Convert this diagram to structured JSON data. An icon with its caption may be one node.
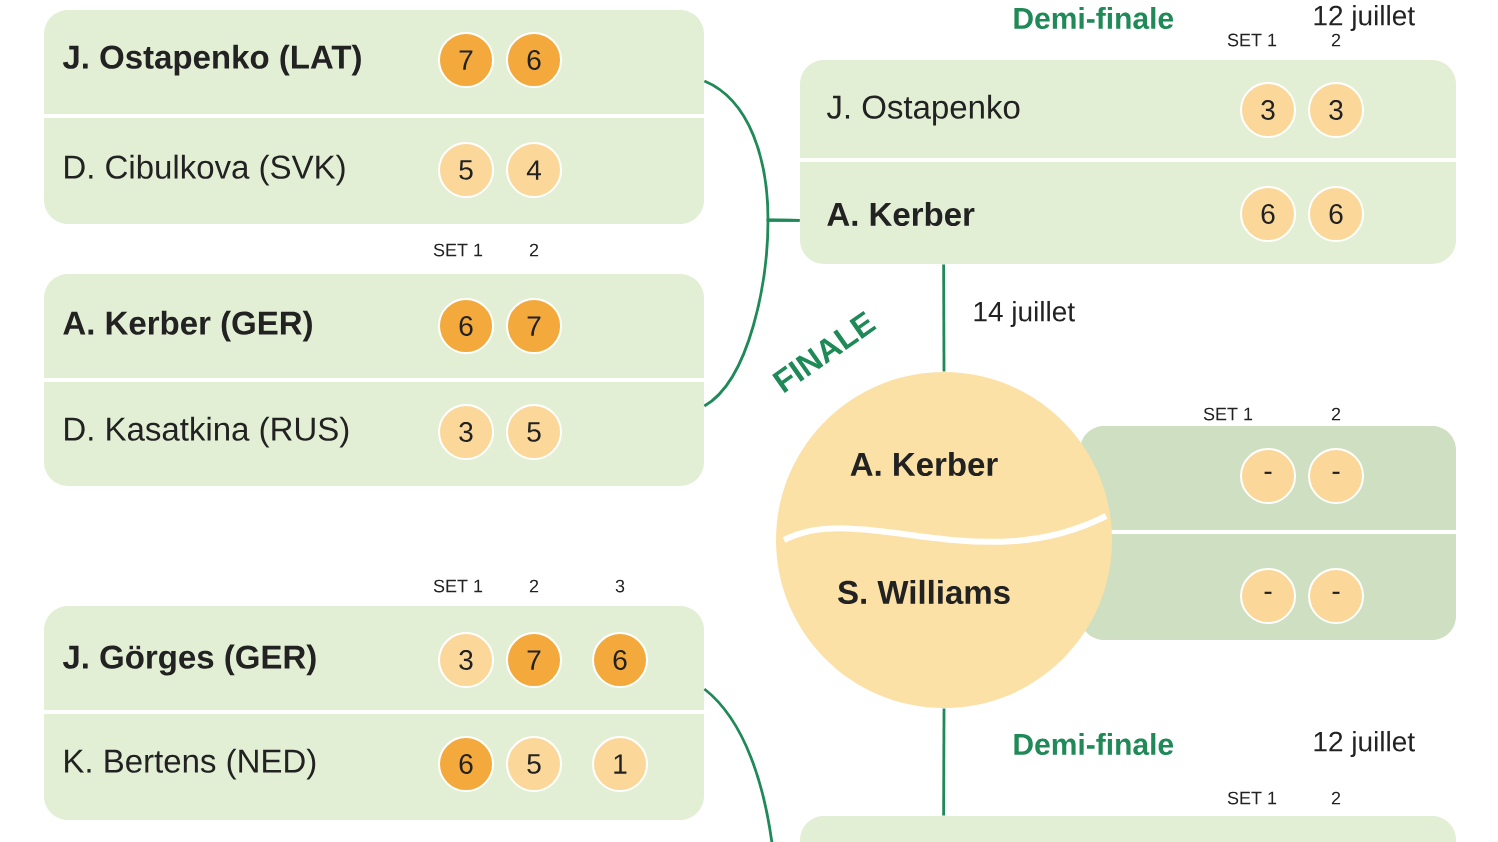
{
  "diagram": {
    "nodes": [
      {
        "text": [
          "J. Ostapenko (LAT)",
          "7",
          "6",
          "D. Cibulkova (SVK)",
          "5",
          "4"
        ]
      },
      {
        "text": [
          "A. Kerber (GER)",
          "6",
          "7",
          "D. Kasatkina (RUS)",
          "3",
          "5"
        ]
      },
      {
        "text": [
          "J. Ostapenko",
          "3",
          "3",
          "A. Kerber",
          "6",
          "6"
        ]
      },
      {
        "text": [
          "A. Kerber",
          "S. Williams"
        ]
      },
      {
        "text": [
          "-",
          "-",
          "-",
          "-"
        ]
      },
      {
        "text": [
          "J. Görges (GER)",
          "3",
          "7",
          "6",
          "K. Bertens (NED)",
          "6",
          "5",
          "1"
        ]
      },
      {
        "text": [],
        "shape": "box"
      }
    ],
    "edges": [
      {
        "from": 0,
        "to": 2,
        "arrow": "none"
      },
      {
        "from": 1,
        "to": 2,
        "arrow": "none"
      },
      {
        "from": 2,
        "to": 3,
        "arrow": "none"
      },
      {
        "from": 3,
        "to": 6,
        "arrow": "none"
      },
      {
        "from": 5,
        "to": null,
        "arrow": "none"
      }
    ],
    "labels": [
      "Demi-finale",
      "12 juillet",
      "SET 1",
      "2",
      "SET 1",
      "2",
      "14 juillet",
      "FINALE",
      "SET 1",
      "2",
      "SET 1",
      "2",
      "3",
      "Demi-finale",
      "12 juillet",
      "SET 1",
      "2"
    ]
  }
}
